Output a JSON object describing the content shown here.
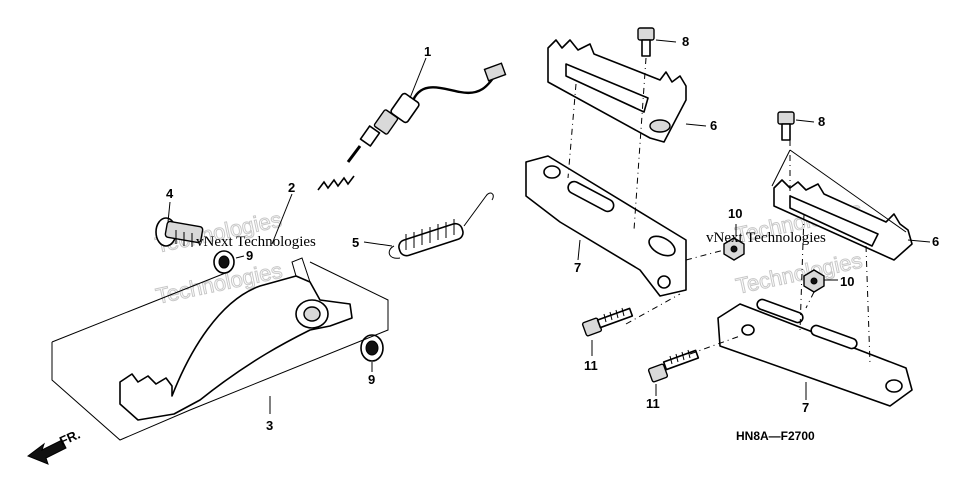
{
  "callouts": {
    "c1": "1",
    "c2": "2",
    "c3": "3",
    "c4": "4",
    "c5": "5",
    "c6a": "6",
    "c6b": "6",
    "c7a": "7",
    "c7b": "7",
    "c8a": "8",
    "c8b": "8",
    "c9a": "9",
    "c9b": "9",
    "c10a": "10",
    "c10b": "10",
    "c11a": "11",
    "c11b": "11"
  },
  "diagram_code": "HN8A—F2700",
  "front_indicator": "FR.",
  "watermark": {
    "line1": "vNext Technologies",
    "outline": "Technologies"
  }
}
